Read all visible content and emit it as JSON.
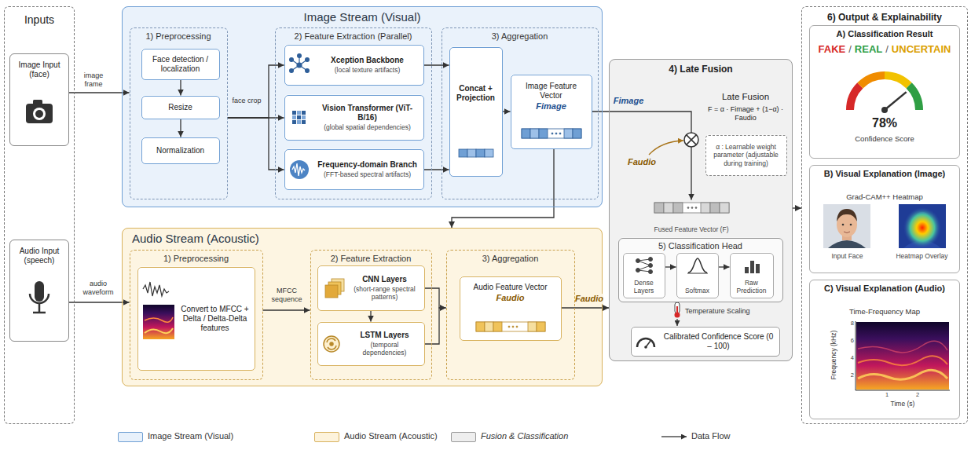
{
  "diagram": {
    "nodes": [
      {
        "text": [
          "Inputs"
        ]
      },
      {
        "text": [
          "Image Input (face)"
        ],
        "in": 0
      },
      {
        "text": [
          "Audio Input (speech)"
        ],
        "in": 0
      },
      {
        "text": [
          "Image Stream (Visual)"
        ]
      },
      {
        "text": [
          "1) Preprocessing"
        ],
        "in": 3
      },
      {
        "text": [
          "Face detection / localization"
        ],
        "in": 4
      },
      {
        "text": [
          "Resize"
        ],
        "in": 4
      },
      {
        "text": [
          "Normalization"
        ],
        "in": 4
      },
      {
        "text": [
          "2) Feature Extraction (Parallel)"
        ],
        "in": 3
      },
      {
        "text": [
          "Xception Backbone",
          "(local texture artifacts)"
        ],
        "in": 8
      },
      {
        "text": [
          "Vision Transformer (ViT-B/16)",
          "(global spatial dependencies)"
        ],
        "in": 8
      },
      {
        "text": [
          "Frequency-domain Branch",
          "(FFT-based spectral artifacts)"
        ],
        "in": 8
      },
      {
        "text": [
          "3) Aggregation"
        ],
        "in": 3
      },
      {
        "text": [
          "Concat + Projection"
        ],
        "in": 12
      },
      {
        "text": [
          "Image Feature Vector",
          "Fimage"
        ],
        "in": 12
      },
      {
        "text": [
          "Audio Stream (Acoustic)"
        ]
      },
      {
        "text": [
          "1) Preprocessing"
        ],
        "in": 15
      },
      {
        "text": [
          "Convert to MFCC + Delta / Delta-Delta features"
        ],
        "in": 16
      },
      {
        "text": [
          "2) Feature Extraction"
        ],
        "in": 15
      },
      {
        "text": [
          "CNN Layers",
          "(short-range spectral patterns)"
        ],
        "in": 18
      },
      {
        "text": [
          "LSTM Layers",
          "(temporal dependencies)"
        ],
        "in": 18
      },
      {
        "text": [
          "3) Aggregation"
        ],
        "in": 15
      },
      {
        "text": [
          "Audio Feature Vector",
          "Faudio"
        ],
        "in": 21
      },
      {
        "text": [
          "4) Late Fusion"
        ]
      },
      {
        "text": [
          "α : Learnable weight parameter (adjustable during training)"
        ],
        "in": 23
      },
      {
        "text": [
          "Fused Feature Vector (F)"
        ],
        "in": 23
      },
      {
        "text": [
          "5) Classification Head"
        ],
        "in": 23
      },
      {
        "text": [
          "Dense Layers"
        ],
        "in": 26
      },
      {
        "text": [
          "Softmax"
        ],
        "in": 26
      },
      {
        "text": [
          "Raw Prediction"
        ],
        "in": 26
      },
      {
        "text": [
          "Calibrated Confidence Score (0 – 100)"
        ],
        "in": 23
      },
      {
        "text": [
          "6) Output & Explainability"
        ]
      },
      {
        "text": [
          "A) Classification Result",
          "FAKE",
          "/",
          "REAL",
          "/",
          "UNCERTAIN",
          "78%",
          "Confidence Score"
        ],
        "in": 31
      },
      {
        "text": [
          "B) Visual Explanation (Image)",
          "Grad-CAM++ Heatmap",
          "Input Face",
          "Heatmap Overlay"
        ],
        "in": 31
      },
      {
        "text": [
          "C) Visual Explanation (Audio)",
          "Time-Frequency Map",
          "Frequency (kHz)",
          "8",
          "6",
          "4",
          "2",
          "1",
          "2",
          "Time (s)"
        ],
        "in": 31
      }
    ],
    "edges": [
      {
        "from": 1,
        "to": 4,
        "arrow": "to",
        "label": "image frame"
      },
      {
        "from": 5,
        "to": 6,
        "arrow": "to"
      },
      {
        "from": 6,
        "to": 7,
        "arrow": "to"
      },
      {
        "from": 4,
        "to": 9,
        "arrow": "to"
      },
      {
        "from": 4,
        "to": 10,
        "arrow": "to",
        "label": "face crop"
      },
      {
        "from": 4,
        "to": 11,
        "arrow": "to"
      },
      {
        "from": 9,
        "to": 13,
        "arrow": "to"
      },
      {
        "from": 11,
        "to": 13,
        "arrow": "to"
      },
      {
        "from": 13,
        "to": 14,
        "arrow": "to"
      },
      {
        "from": 14,
        "to": 25,
        "arrow": "to",
        "label": "Fimage"
      },
      {
        "from": 14,
        "to": 15,
        "arrow": "to"
      },
      {
        "from": 2,
        "to": 16,
        "arrow": "to",
        "label": "audio waveform"
      },
      {
        "from": 16,
        "to": 18,
        "arrow": "to",
        "label": "MFCC sequence"
      },
      {
        "from": 19,
        "to": 20,
        "arrow": "to"
      },
      {
        "from": 19,
        "to": 21,
        "arrow": "to"
      },
      {
        "from": 20,
        "to": 21,
        "arrow": "to"
      },
      {
        "from": 22,
        "to": 23,
        "arrow": "to",
        "label": "Faudio"
      },
      {
        "from": 27,
        "to": 28,
        "arrow": "to"
      },
      {
        "from": 28,
        "to": 29,
        "arrow": "to"
      },
      {
        "from": 23,
        "to": 31,
        "arrow": "to"
      }
    ],
    "labels": [
      "Late Fusion",
      "F = α · Fimage + (1−α) · Faudio",
      "Faudio",
      "Temperature Scaling"
    ],
    "legend": [
      {
        "text": "Image Stream (Visual)",
        "color": "#e8f1fb"
      },
      {
        "text": "Audio Stream (Acoustic)",
        "color": "#fdf3dc"
      },
      {
        "text": "Fusion & Classification",
        "color": "#eeeeee"
      },
      {
        "text": "Data Flow"
      }
    ]
  }
}
